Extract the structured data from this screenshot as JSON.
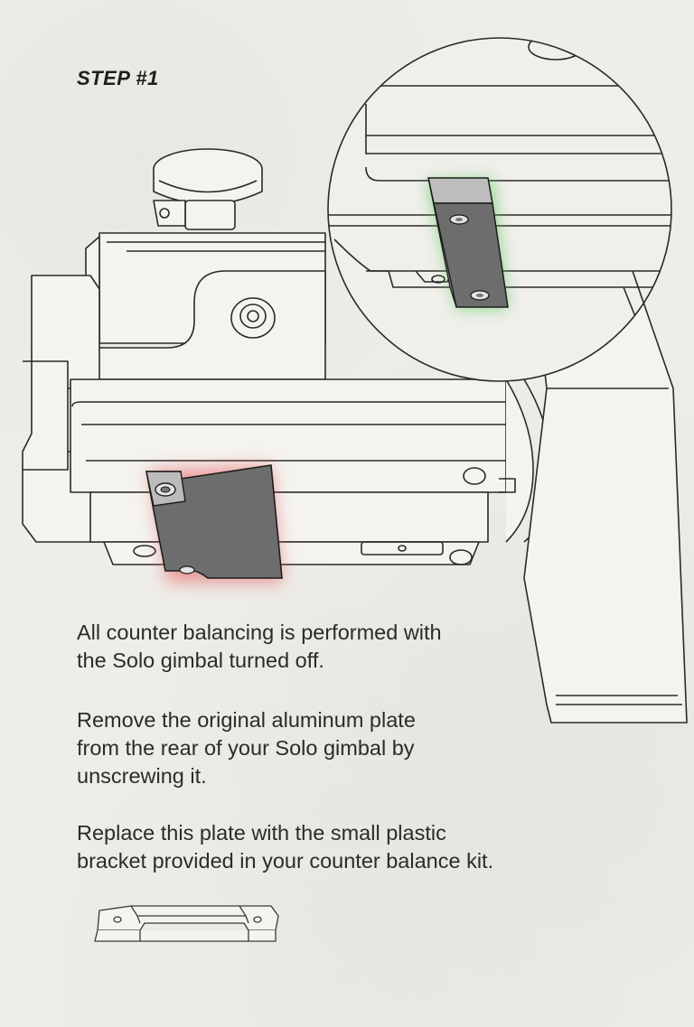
{
  "page": {
    "step_title": "STEP #1"
  },
  "instructions": {
    "paragraph_1": [
      "All counter balancing is performed with",
      "the Solo gimbal turned off."
    ],
    "paragraph_2": [
      "Remove the original aluminum plate",
      "from the rear of your Solo gimbal by",
      "unscrewing it."
    ],
    "paragraph_3": [
      "Replace this plate with the small plastic",
      "bracket provided in your counter balance kit."
    ]
  },
  "icons": {
    "gimbal": "gimbal-line-drawing",
    "zoom": "zoom-detail-circle",
    "original_plate": "aluminum-plate-highlight",
    "new_bracket": "plastic-bracket-drawing"
  },
  "colors": {
    "background": "#eeede8",
    "line": "#2a2a2a",
    "plate_fill": "#6d6d6d",
    "remove_glow": "#e25555",
    "install_glow": "#4fc24f"
  }
}
